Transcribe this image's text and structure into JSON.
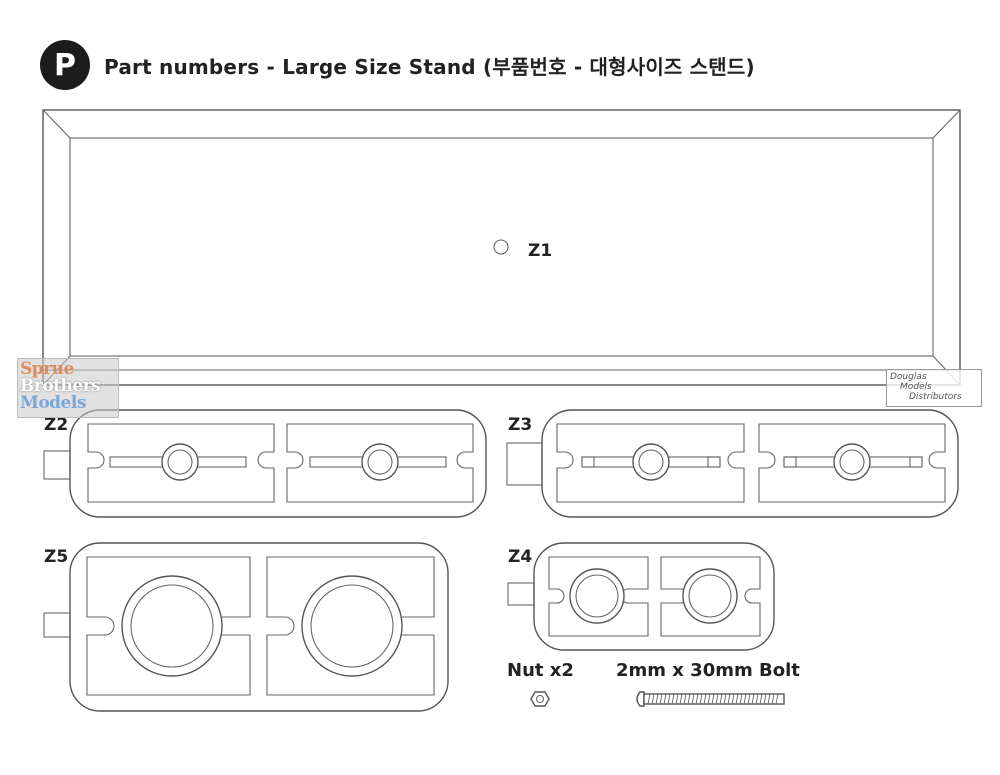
{
  "header": {
    "badge": "P",
    "title": "Part numbers - Large Size Stand (부품번호 - 대형사이즈 스탠드)"
  },
  "parts": {
    "z1": "Z1",
    "z2": "Z2",
    "z3": "Z3",
    "z4": "Z4",
    "z5": "Z5"
  },
  "hardware": {
    "nut_label": "Nut x2",
    "bolt_label": "2mm x 30mm Bolt"
  },
  "watermarks": {
    "left": [
      "Sprue",
      "Brothers",
      "Models"
    ],
    "right": [
      "Douglas",
      "Models",
      "Distributors"
    ]
  },
  "colors": {
    "outline": "#555555",
    "badge": "#1c1c1c"
  }
}
